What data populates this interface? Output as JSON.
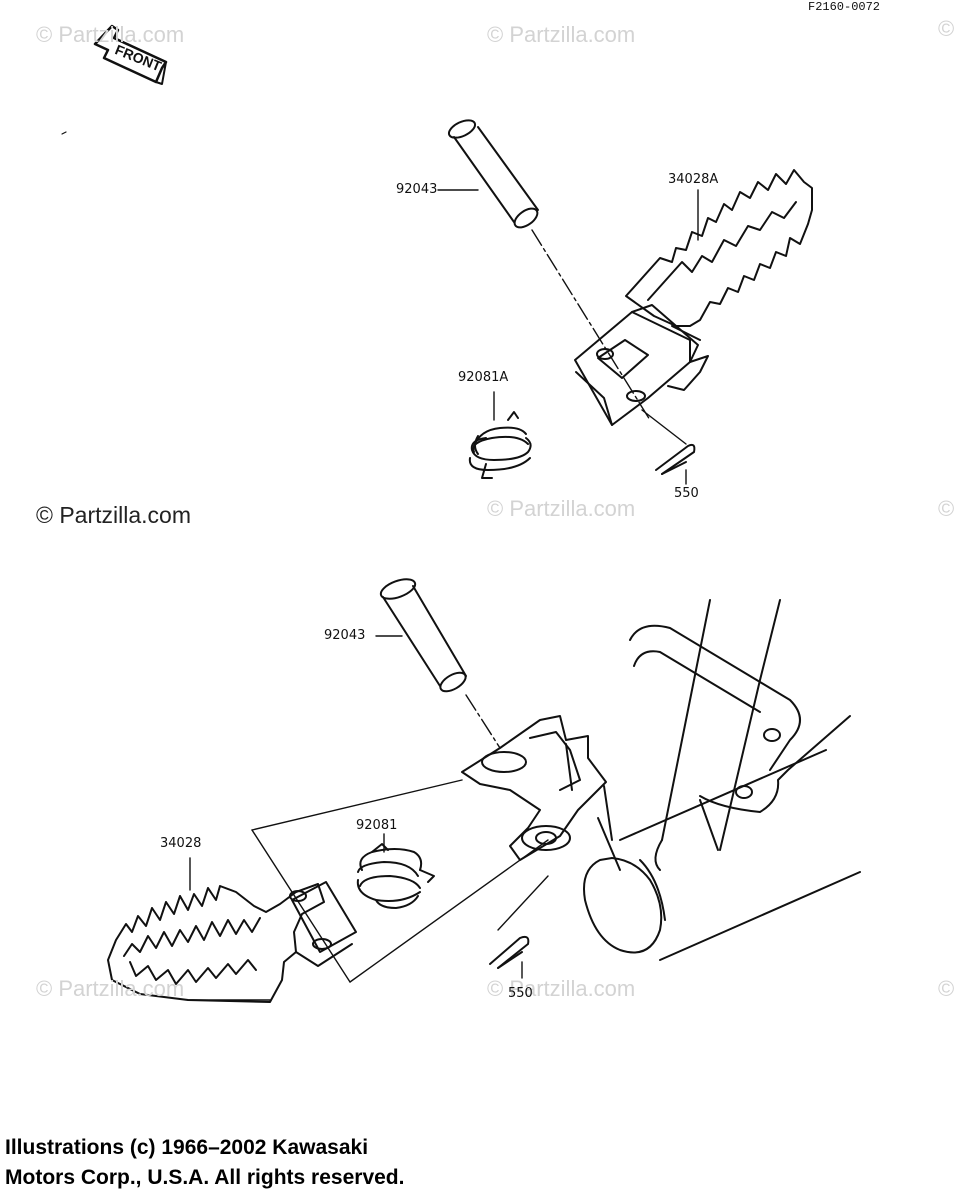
{
  "figure_code": "F2160-0072",
  "front_label": "FRONT",
  "watermarks": [
    "© Partzilla.com",
    "© Partzilla.com",
    "©",
    "© Partzilla.com",
    "© Partzilla.com",
    "©",
    "© Partzilla.com",
    "© Partzilla.com",
    "©"
  ],
  "labels": {
    "top_pin": "92043",
    "top_footpeg": "34028A",
    "top_spring": "92081A",
    "top_cotter": "550",
    "bottom_pin": "92043",
    "bottom_spring": "92081",
    "bottom_footpeg": "34028",
    "bottom_cotter": "550"
  },
  "copyright": {
    "line1": "Illustrations (c) 1966–2002 Kawasaki",
    "line2": "Motors Corp., U.S.A.  All rights reserved."
  }
}
